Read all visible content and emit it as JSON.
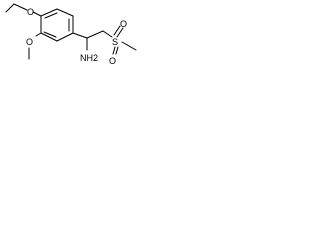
{
  "molecule": {
    "atoms": {
      "ethoxy_oxygen": "O",
      "methoxy_oxygen": "O",
      "amine": "NH2",
      "sulfur": "S",
      "sulfonyl_oxygen_1": "O",
      "sulfonyl_oxygen_2": "O"
    }
  }
}
